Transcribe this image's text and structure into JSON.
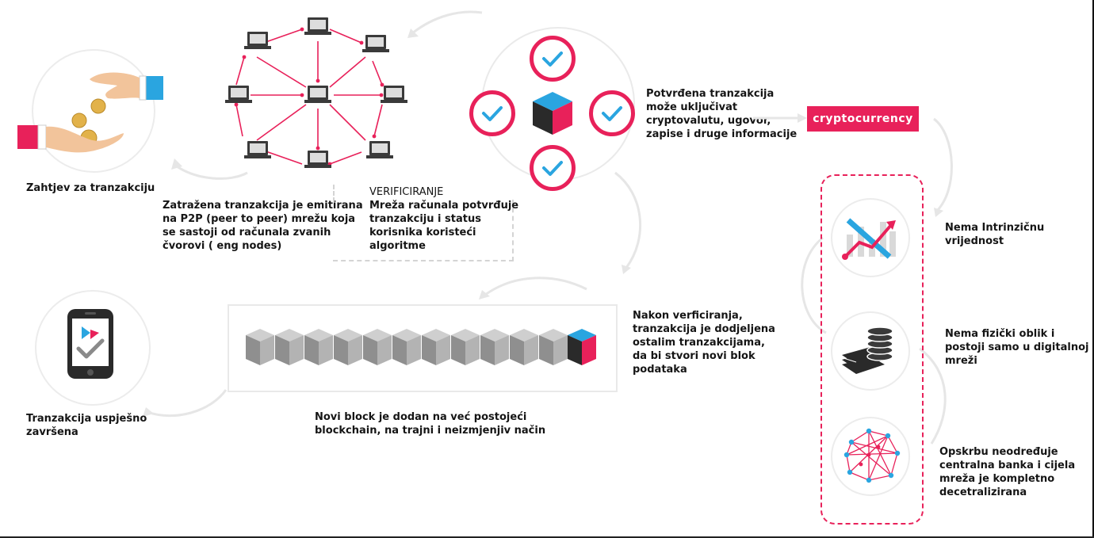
{
  "colors": {
    "pink": "#e8215a",
    "blue": "#2aa5e0",
    "dark": "#222222",
    "gray": "#e6e6e6"
  },
  "steps": {
    "request": "Zahtjev za tranzakciju",
    "broadcast": "Zatražena tranzakcija je emitirana\nna P2P (peer to peer) mrežu koja\nse sastoji od računala zvanih\nčvorovi ( eng nodes)",
    "verify_title": "VERIFICIRANJE",
    "verify_body": "Mreža računala potvrđuje\ntranzakciju i status\nkorisnika koristeći\nalgoritme",
    "validated": "Potvrđena tranzakcija\nmože uključivat\ncryptovalutu, ugovor,\nzapise i druge informacije",
    "new_block": "Nakon verficiranja,\ntranzakcija je dodjeljena\nostalim tranzakcijama,\nda bi stvori novi blok\npodataka",
    "chain_added": "Novi block je dodan na već postojeći\nblockchain, na trajni i neizmjenjiv način",
    "complete": "Tranzakcija uspješno\nzavršena"
  },
  "cryptocurrency": {
    "badge": "cryptocurrency",
    "features": [
      {
        "icon": "value-chart-icon",
        "text": "Nema Intrinzičnu\nvrijednost"
      },
      {
        "icon": "coin-stack-icon",
        "text": "Nema fizički oblik i\npostoji samo u digitalnoj\nmreži"
      },
      {
        "icon": "network-mesh-icon",
        "text": "Opskrbu neodređuje\ncentralna banka i cijela\nmreža je kompletno\ndecetralizirana"
      }
    ]
  },
  "icons": {
    "request": "hands-coins-icon",
    "p2p": "computer-network-icon",
    "verify": "check-cube-icon",
    "chain": "block-chain-icon",
    "complete": "phone-check-icon"
  }
}
